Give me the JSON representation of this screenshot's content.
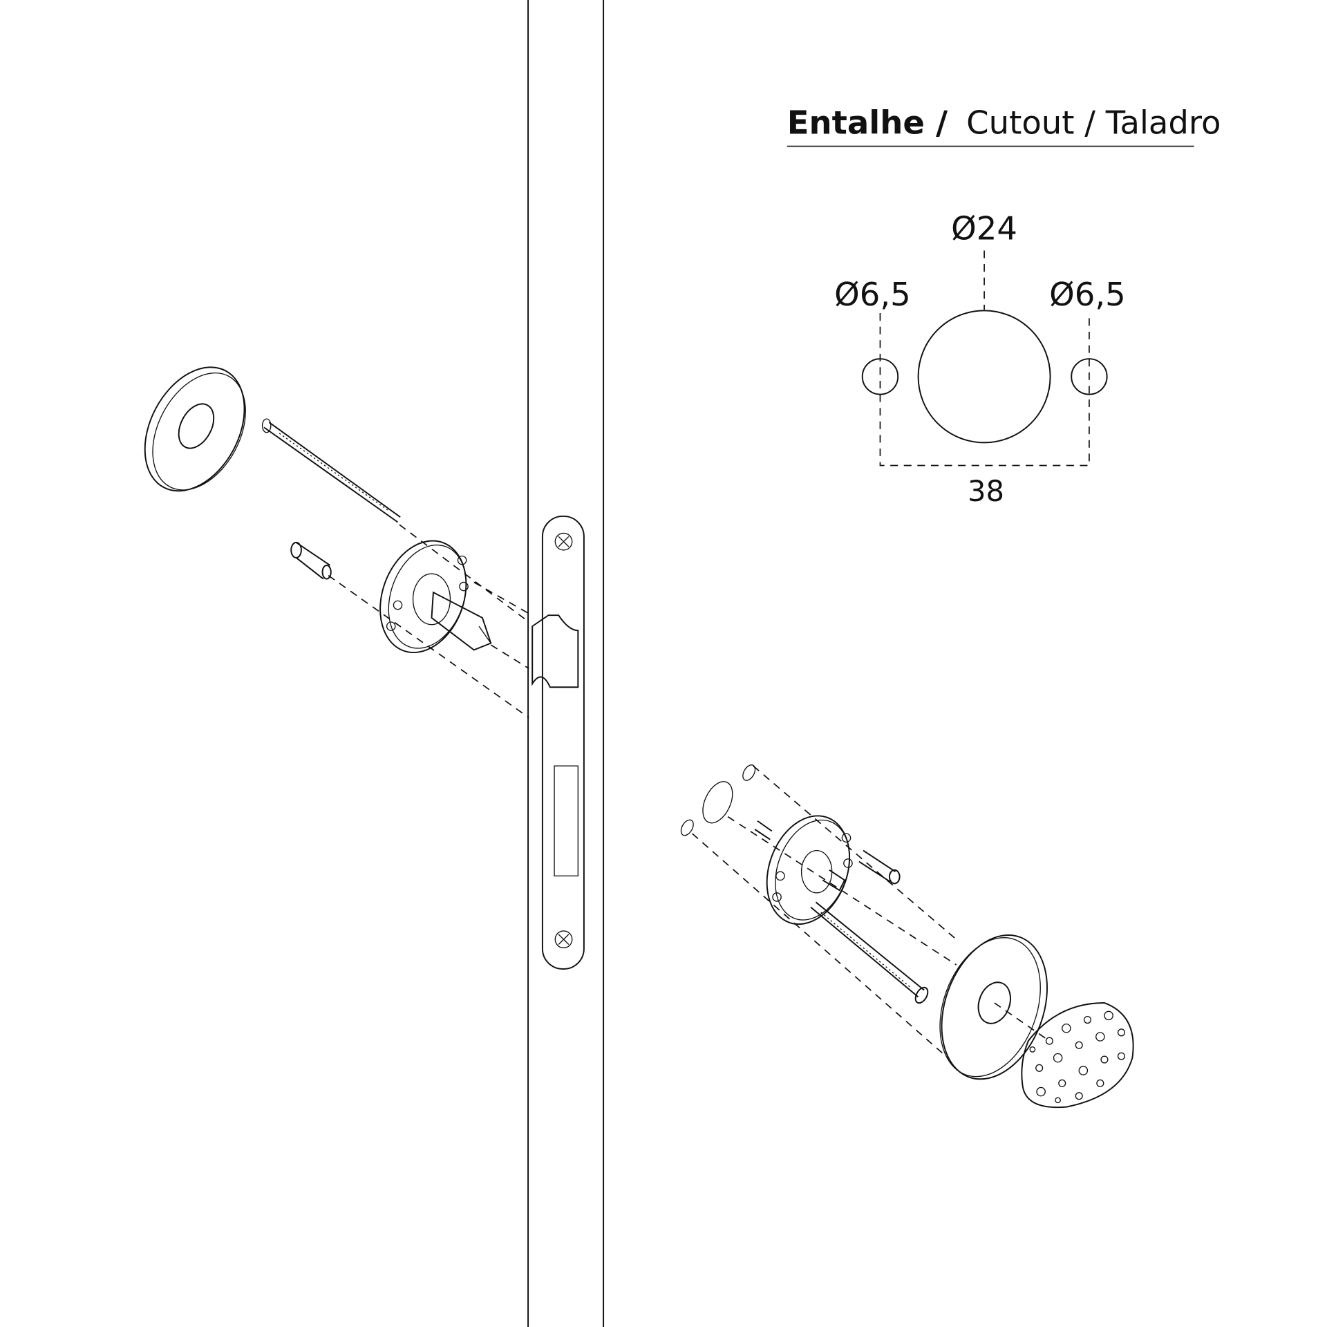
{
  "title": {
    "bold": "Entalhe /",
    "regular": "Cutout / Taladro"
  },
  "cutout": {
    "center_hole_label": "Ø24",
    "left_hole_label": "Ø6,5",
    "right_hole_label": "Ø6,5",
    "spacing_label": "38"
  },
  "colors": {
    "line": "#111111",
    "background": "#ffffff"
  }
}
